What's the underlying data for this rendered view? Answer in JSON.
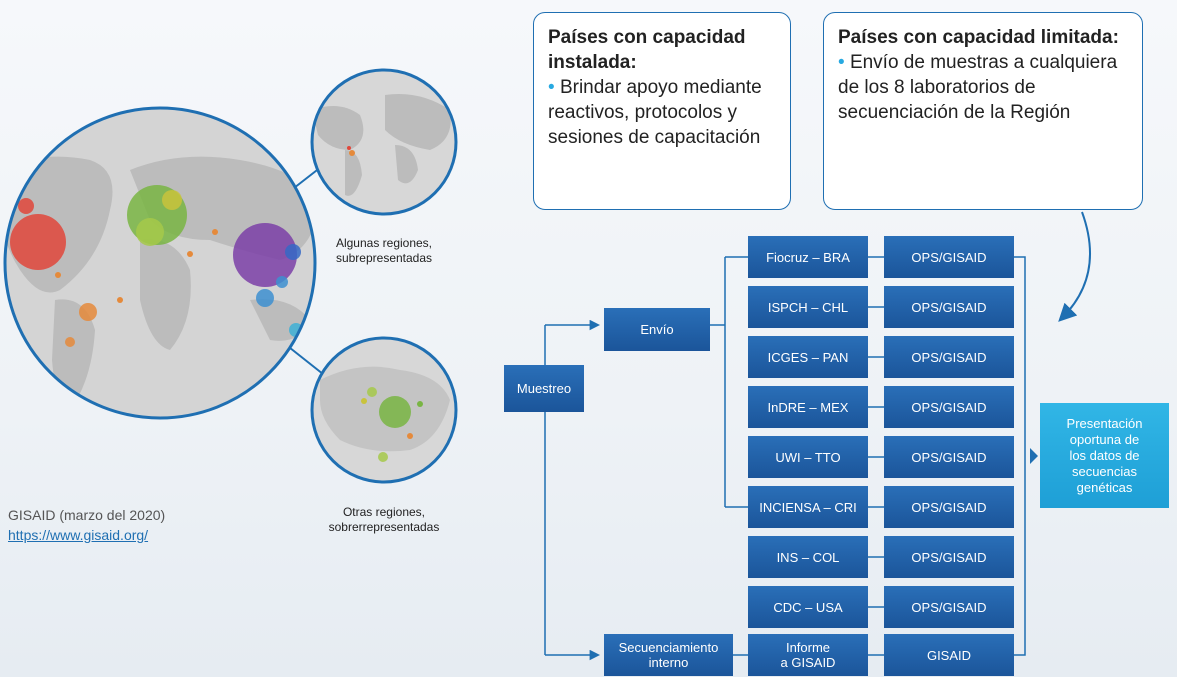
{
  "callouts": {
    "installed": {
      "title": "Países con capacidad instalada:",
      "bullet": "•",
      "text": "Brindar apoyo mediante reactivos, protocolos y sesiones de capacitación"
    },
    "limited": {
      "title": "Países con capacidad limitada:",
      "bullet": "•",
      "text": "Envío de muestras a cualquiera de los 8 laboratorios de secuenciación de la Región"
    }
  },
  "map_captions": {
    "top": [
      "Algunas regiones,",
      "subrepresentadas"
    ],
    "bottom": [
      "Otras regiones,",
      "sobrerrepresentadas"
    ]
  },
  "credit": {
    "source": "GISAID (marzo del 2020)",
    "url": "https://www.gisaid.org/"
  },
  "flow": {
    "start": "Muestreo",
    "branch_send": "Envío",
    "branch_internal": [
      "Secuenciamiento",
      "interno"
    ],
    "labs": [
      {
        "lab": "Fiocruz – BRA",
        "dest": "OPS/GISAID"
      },
      {
        "lab": "ISPCH – CHL",
        "dest": "OPS/GISAID"
      },
      {
        "lab": "ICGES – PAN",
        "dest": "OPS/GISAID"
      },
      {
        "lab": "InDRE – MEX",
        "dest": "OPS/GISAID"
      },
      {
        "lab": "UWI – TTO",
        "dest": "OPS/GISAID"
      },
      {
        "lab": "INCIENSA – CRI",
        "dest": "OPS/GISAID"
      },
      {
        "lab": "INS – COL",
        "dest": "OPS/GISAID"
      },
      {
        "lab": "CDC – USA",
        "dest": "OPS/GISAID"
      }
    ],
    "internal_report": [
      "Informe",
      "a GISAID"
    ],
    "internal_dest": "GISAID",
    "final": [
      "Presentación",
      "oportuna de",
      "los datos de",
      "secuencias",
      "genéticas"
    ]
  },
  "colors": {
    "node": "#1f5fa8",
    "final": "#27a9e1",
    "line": "#1f6fb2",
    "map_land": "#b9b9b9",
    "map_water": "#d7d7d7"
  }
}
